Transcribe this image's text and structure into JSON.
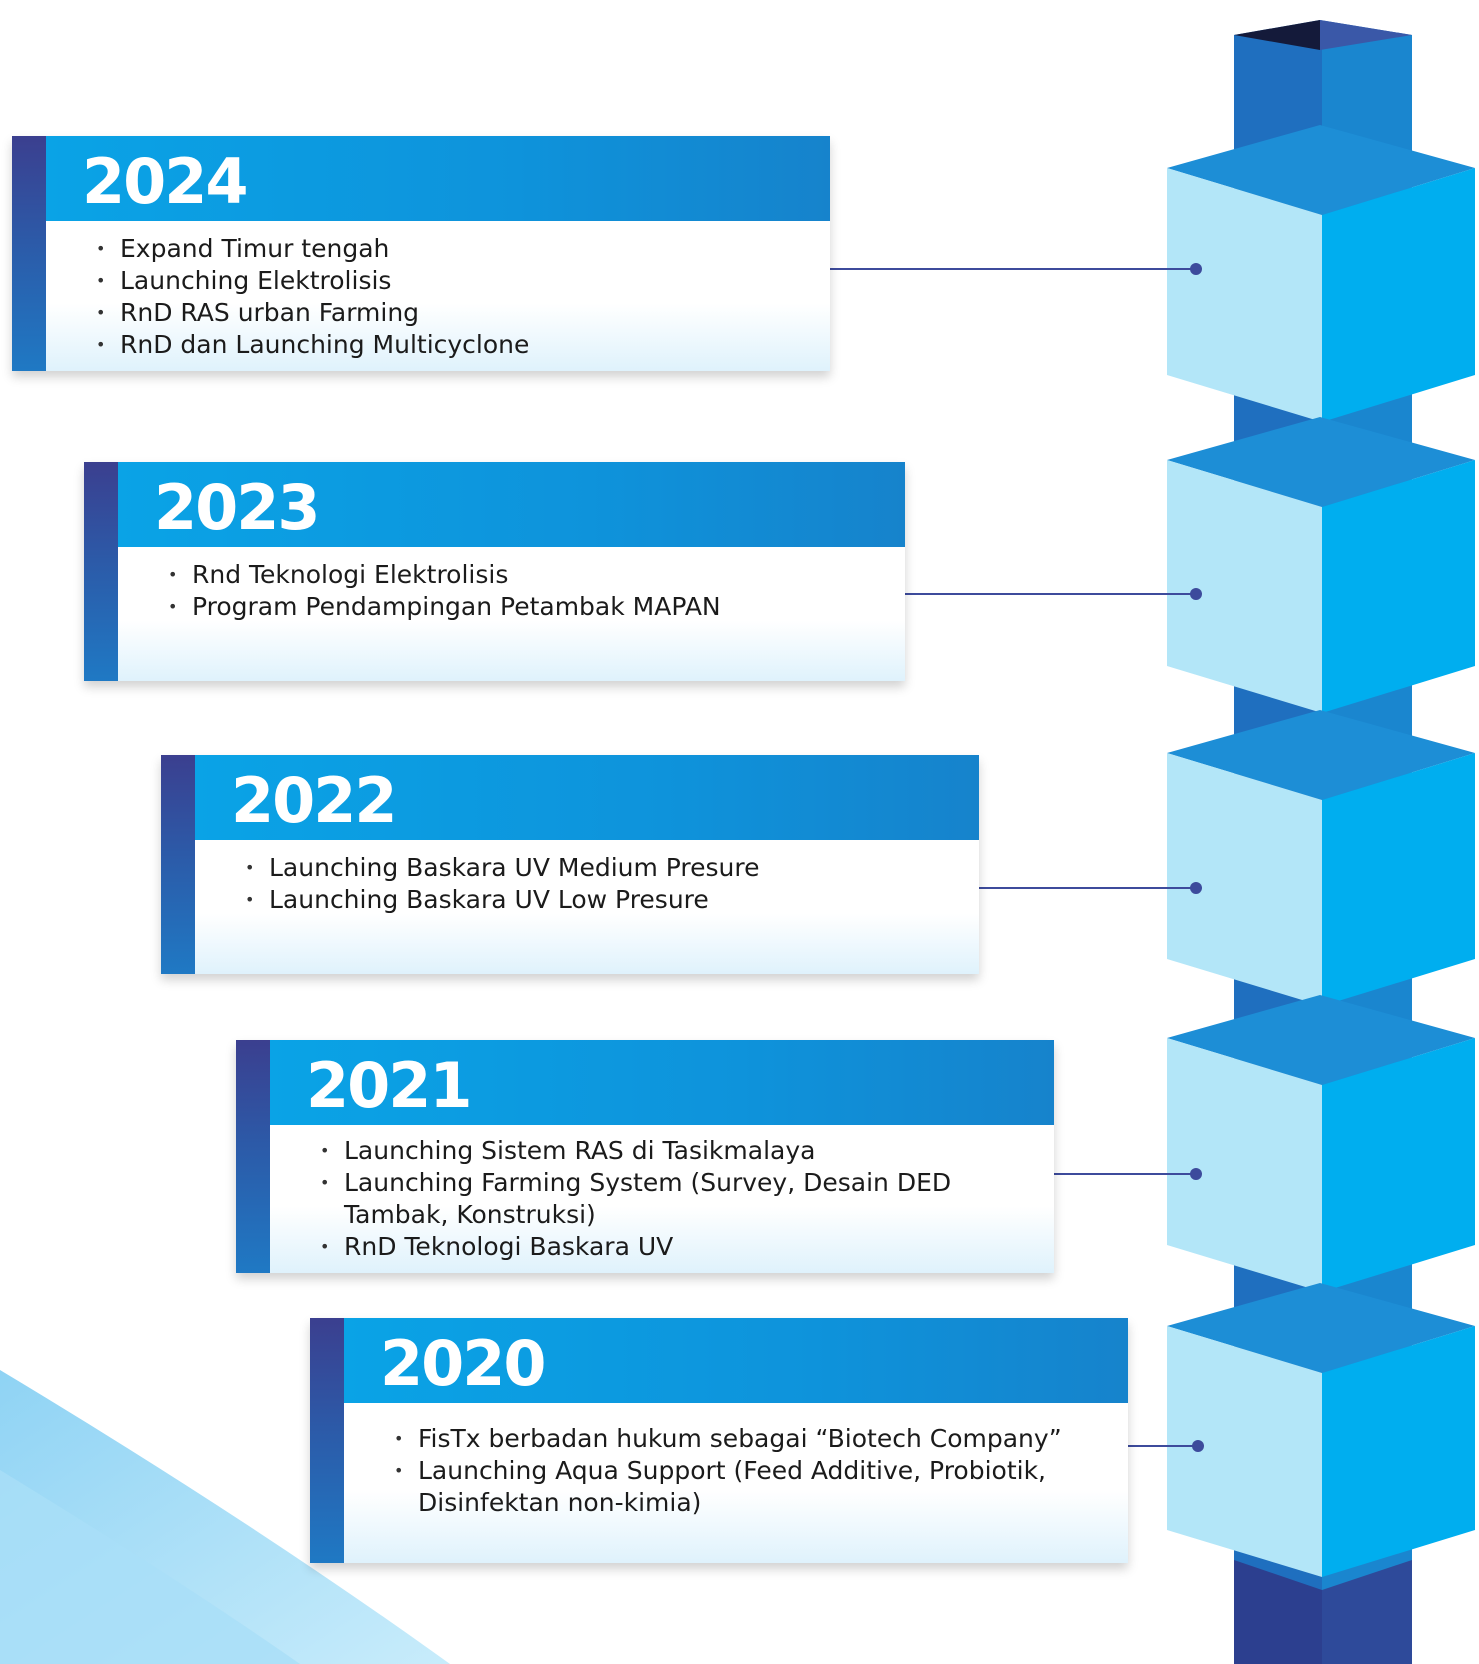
{
  "timeline": [
    {
      "year": "2024",
      "items": [
        "Expand Timur tengah",
        "Launching Elektrolisis",
        "RnD RAS urban Farming",
        "RnD dan Launching Multicyclone"
      ]
    },
    {
      "year": "2023",
      "items": [
        "Rnd Teknologi Elektrolisis",
        "Program Pendampingan Petambak MAPAN"
      ]
    },
    {
      "year": "2022",
      "items": [
        "Launching Baskara UV Medium Presure",
        "Launching Baskara UV Low Presure"
      ]
    },
    {
      "year": "2021",
      "items": [
        "Launching Sistem RAS di  Tasikmalaya",
        "Launching Farming System (Survey, Desain DED Tambak, Konstruksi)",
        "RnD Teknologi Baskara UV"
      ]
    },
    {
      "year": "2020",
      "items": [
        "FisTx berbadan hukum sebagai “Biotech Company”",
        "Launching Aqua Support (Feed Additive, Probiotik, Disinfektan non-kimia)"
      ]
    }
  ],
  "colors": {
    "accent": "#0aa3e6",
    "dark_bar": "#3b3f8f",
    "connector": "#3d4b9c",
    "box_light": "#b3e6f8",
    "box_right": "#00aeef"
  }
}
